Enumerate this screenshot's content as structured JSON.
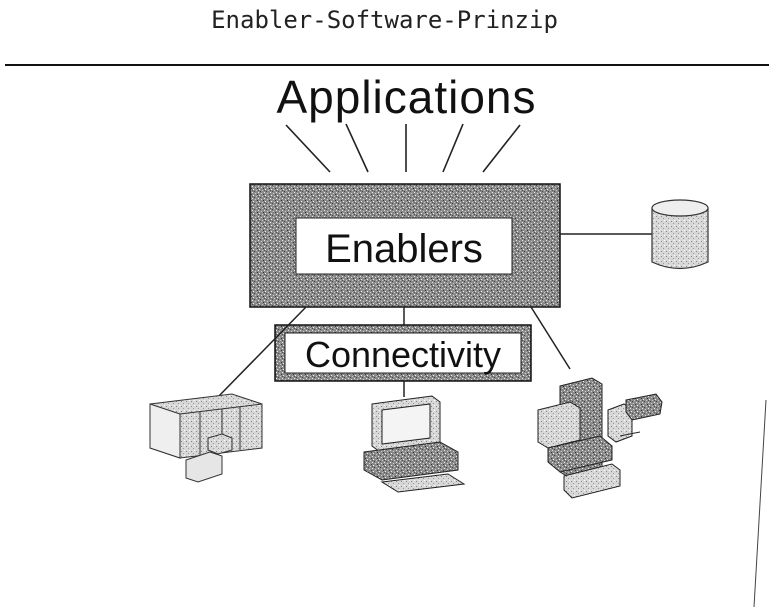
{
  "header": {
    "title": "Enabler-Software-Prinzip"
  },
  "diagram": {
    "top_label": "Applications",
    "enablers_label": "Enablers",
    "connectivity_label": "Connectivity",
    "icons": [
      "database-icon",
      "mainframe-icon",
      "personal-computer-icon",
      "machine-tool-icon"
    ]
  }
}
